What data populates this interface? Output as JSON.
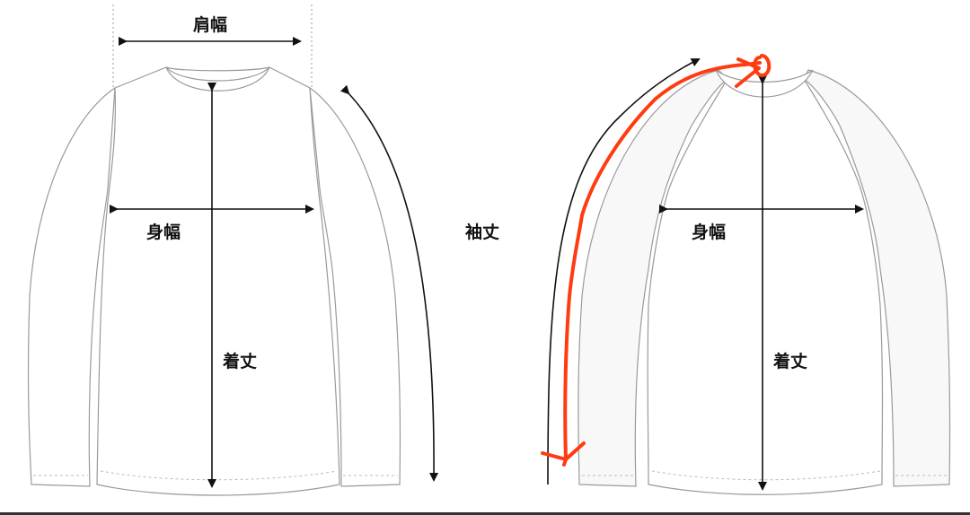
{
  "left_diagram": {
    "shoulder_width": "肩幅",
    "body_width": "身幅",
    "length": "着丈",
    "sleeve_length": "袖丈"
  },
  "right_diagram": {
    "body_width": "身幅",
    "length": "着丈"
  },
  "colors": {
    "annotation": "#ff3b12",
    "line": "#9a9a9a",
    "dimension": "#111111"
  }
}
